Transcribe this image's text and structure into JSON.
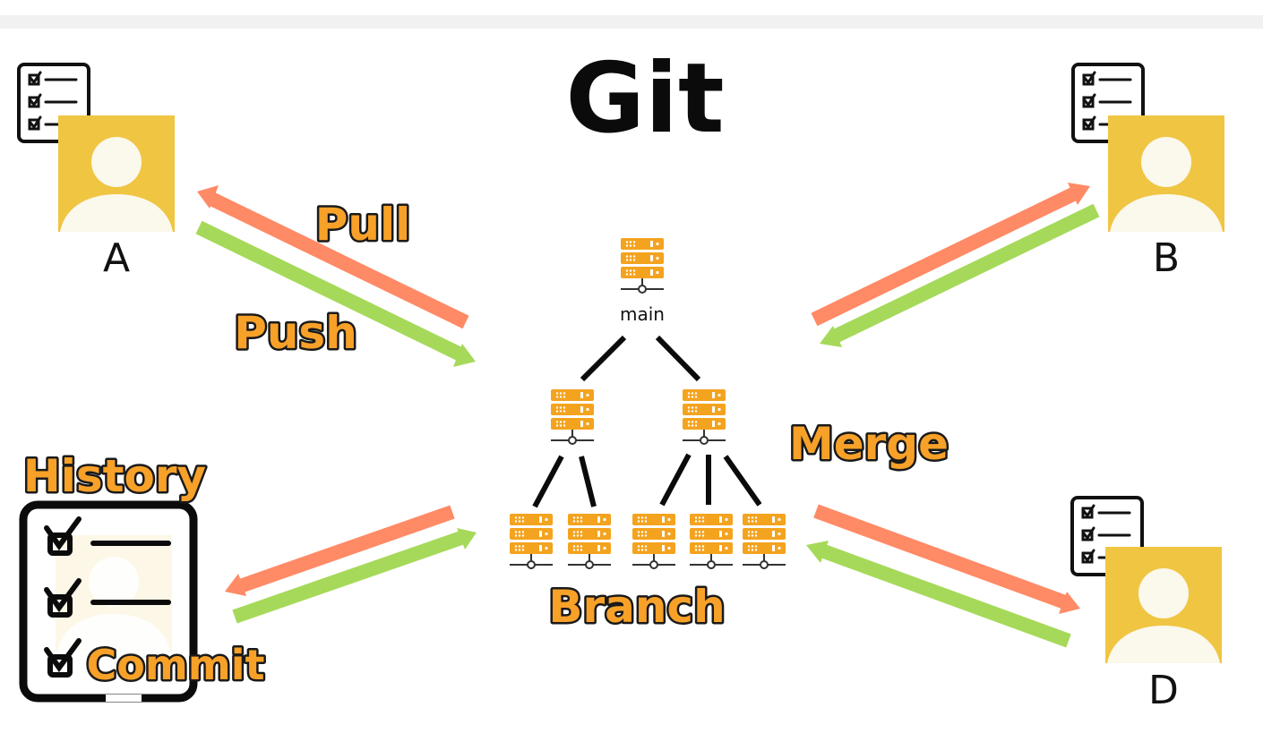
{
  "title": "Git",
  "users": {
    "a": {
      "label": "A"
    },
    "b": {
      "label": "B"
    },
    "d": {
      "label": "D"
    }
  },
  "server_caption": "main",
  "callouts": {
    "pull": "Pull",
    "push": "Push",
    "merge": "Merge",
    "branch": "Branch",
    "history": "History",
    "commit": "Commit"
  },
  "colors": {
    "pull_arrow": "#ff8a66",
    "push_arrow": "#a6d95a",
    "server": "#f4a31f",
    "avatar_bg": "#f0c542",
    "avatar_fg": "#fbf8ec",
    "callout_fill": "#f7a129",
    "callout_stroke": "#1a1a1a"
  },
  "icons": {
    "user": "user-avatar-icon",
    "server": "server-rack-icon",
    "checklist": "checklist-icon"
  }
}
